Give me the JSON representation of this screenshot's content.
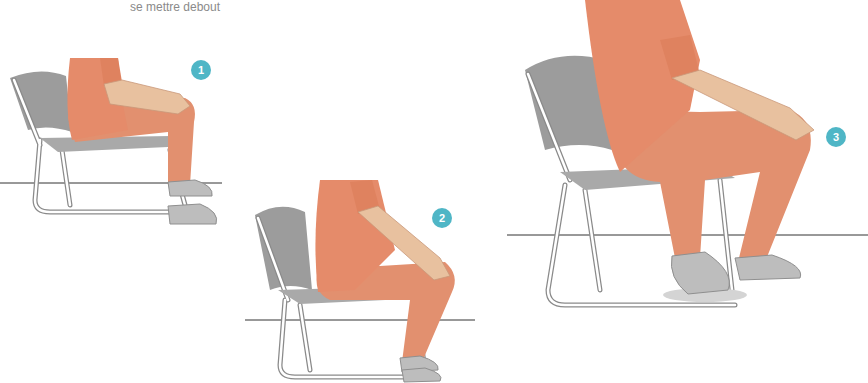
{
  "diagram": {
    "title": "se mettre debout",
    "labels": [
      "1",
      "2",
      "3"
    ]
  }
}
